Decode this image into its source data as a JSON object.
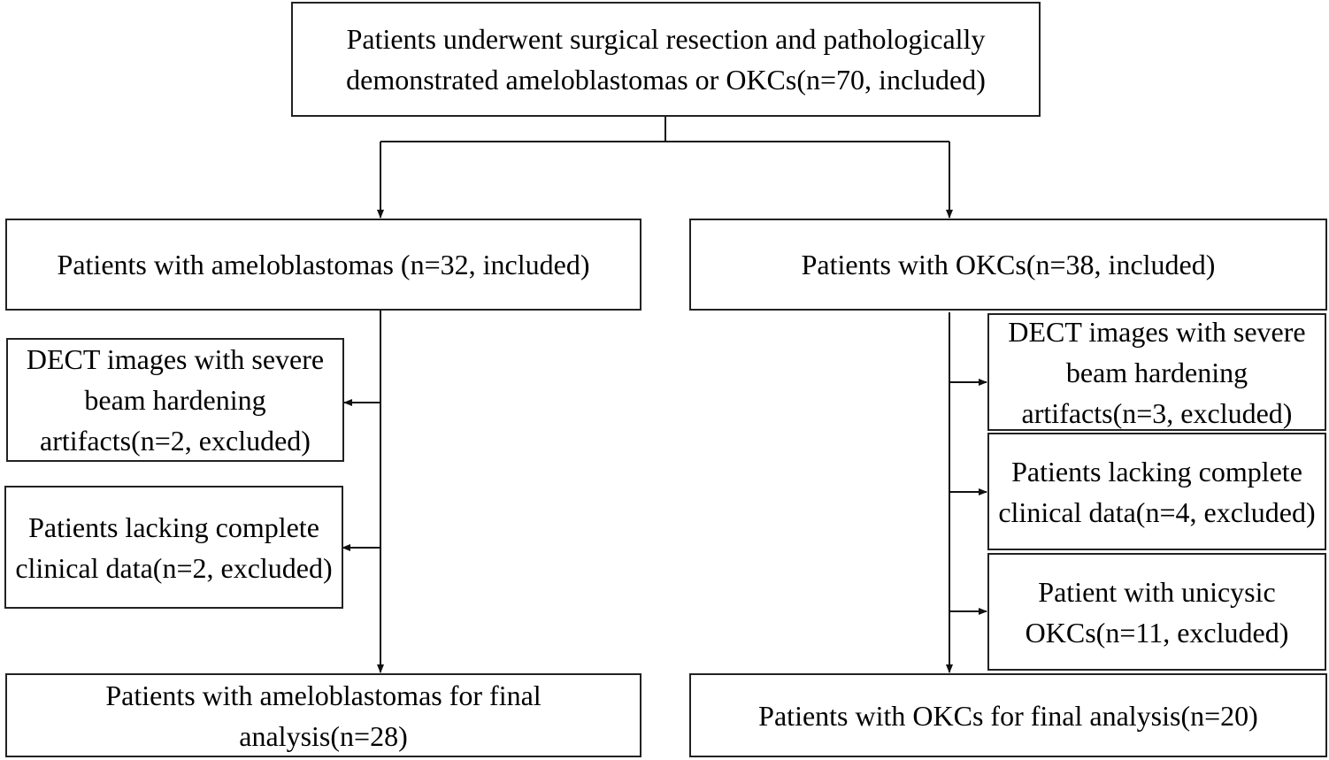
{
  "flowchart": {
    "top": {
      "text": "Patients underwent surgical resection and pathologically demonstrated ameloblastomas or OKCs(n=70, included)"
    },
    "left_branch": {
      "group": "Patients with ameloblastomas (n=32, included)",
      "exclusions": [
        "DECT images with severe beam hardening artifacts(n=2, excluded)",
        "Patients lacking complete clinical data(n=2, excluded)"
      ],
      "final": "Patients with ameloblastomas for final analysis(n=28)"
    },
    "right_branch": {
      "group": "Patients with OKCs(n=38, included)",
      "exclusions": [
        "DECT images with severe beam hardening artifacts(n=3, excluded)",
        "Patients lacking complete clinical data(n=4, excluded)",
        "Patient with unicysic OKCs(n=11, excluded)"
      ],
      "final": "Patients with OKCs for final analysis(n=20)"
    }
  }
}
